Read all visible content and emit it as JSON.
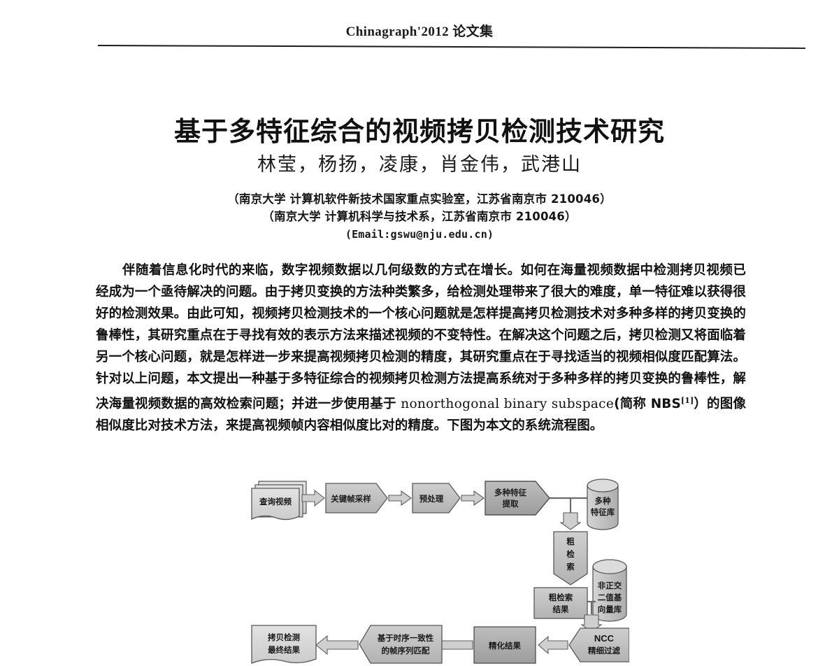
{
  "header": {
    "running_head": "Chinagraph'2012 论文集"
  },
  "paper": {
    "title": "基于多特征综合的视频拷贝检测技术研究",
    "authors": "林莹，杨扬，凌康，肖金伟，武港山",
    "affiliation_1": "（南京大学 计算机软件新技术国家重点实验室，江苏省南京市 210046）",
    "affiliation_2": "（南京大学 计算机科学与技术系，江苏省南京市 210046）",
    "email_line": "(Email:gswu@nju.edu.cn)",
    "abstract_part_1": "伴随着信息化时代的来临，数字视频数据以几何级数的方式在增长。如何在海量视频数据中检测拷贝视频已经成为一个亟待解决的问题。由于拷贝变换的方法种类繁多，给检测处理带来了很大的难度，单一特征难以获得很好的检测效果。由此可知，视频拷贝检测技术的一个核心问题就是怎样提高拷贝检测技术对多种多样的拷贝变换的鲁棒性，其研究重点在于寻找有效的表示方法来描述视频的不变特性。在解决这个问题之后，拷贝检测又将面临着另一个核心问题，就是怎样进一步来提高视频拷贝检测的精度，其研究重点在于寻找适当的视频相似度匹配算法。针对以上问题，本文提出一种基于多特征综合的视频拷贝检测方法提高系统对于多种多样的拷贝变换的鲁棒性，解决海量视频数据的高效检索问题；并进一步使用基于 ",
    "abstract_latin": "nonorthogonal binary subspace",
    "abstract_part_2": "(简称 NBS",
    "abstract_ref": "[1]",
    "abstract_part_3": "）的图像相似度比对技术方法，来提高视频帧内容相似度比对的精度。下图为本文的系统流程图。"
  },
  "figure": {
    "nodes": {
      "query_video": "查询视频",
      "keyframe_sampling": "关键帧采样",
      "preprocessing": "预处理",
      "feature_extraction_l1": "多种特征",
      "feature_extraction_l2": "提取",
      "feature_db_l1": "多种",
      "feature_db_l2": "特征库",
      "coarse_search_c1": "粗",
      "coarse_search_c2": "检",
      "coarse_search_c3": "索",
      "coarse_result_l1": "粗检索",
      "coarse_result_l2": "结果",
      "nbs_db_l1": "非正交",
      "nbs_db_l2": "二值基",
      "nbs_db_l3": "向量库",
      "ncc_filter_l1": "NCC",
      "ncc_filter_l2": "精细过滤",
      "refined_result": "精化结果",
      "temporal_match_l1": "基于时序一致性",
      "temporal_match_l2": "的帧序列匹配",
      "final_result_l1": "拷贝检测",
      "final_result_l2": "最终结果"
    }
  },
  "colors": {
    "node_fill_light": "#d8d8d8",
    "node_fill_mid": "#bfbfbf",
    "node_fill_dark": "#a8a8a8",
    "arrow_fill": "#cfcfcf",
    "stroke": "#4a4a4a",
    "text": "#1a1a1a"
  }
}
